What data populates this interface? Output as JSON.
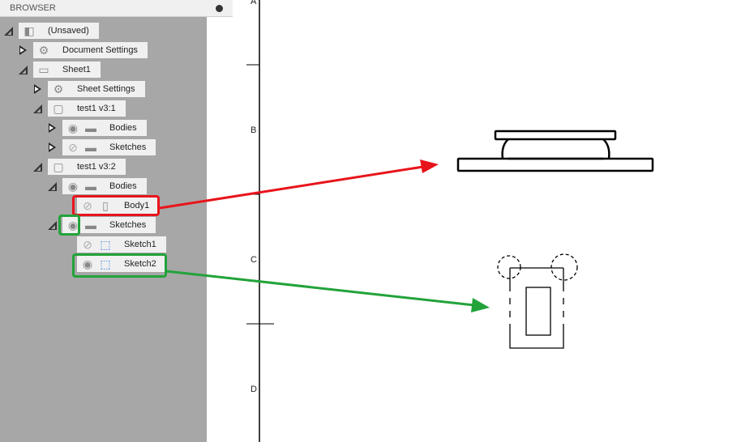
{
  "browser": {
    "title": "BROWSER"
  },
  "tree": [
    {
      "label": "(Unsaved)",
      "toggle": "expanded",
      "icon": "document-icon"
    },
    {
      "label": "Document Settings",
      "toggle": "collapsed",
      "icon": "gear-icon"
    },
    {
      "label": "Sheet1",
      "toggle": "expanded",
      "icon": "sheet-icon"
    },
    {
      "label": "Sheet Settings",
      "toggle": "collapsed",
      "icon": "gear-icon"
    },
    {
      "label": "test1 v3:1",
      "toggle": "expanded",
      "icon": "component-icon"
    },
    {
      "label": "Bodies",
      "toggle": "collapsed",
      "icon": "folder-icon",
      "visibility": "visible"
    },
    {
      "label": "Sketches",
      "toggle": "collapsed",
      "icon": "folder-icon",
      "visibility": "hidden"
    },
    {
      "label": "test1 v3:2",
      "toggle": "expanded",
      "icon": "component-icon"
    },
    {
      "label": "Bodies",
      "toggle": "expanded",
      "icon": "folder-icon",
      "visibility": "visible"
    },
    {
      "label": "Body1",
      "icon": "body-icon",
      "visibility": "hidden"
    },
    {
      "label": "Sketches",
      "toggle": "expanded",
      "icon": "folder-icon",
      "visibility": "visible"
    },
    {
      "label": "Sketch1",
      "icon": "sketch-icon",
      "visibility": "hidden"
    },
    {
      "label": "Sketch2",
      "icon": "sketch-icon",
      "visibility": "visible"
    }
  ],
  "sheet": {
    "zones": [
      "A",
      "B",
      "C",
      "D"
    ]
  },
  "colors": {
    "highlight_red": "#e8141b",
    "highlight_green": "#22a33a",
    "panel": "#a7a7a7"
  }
}
